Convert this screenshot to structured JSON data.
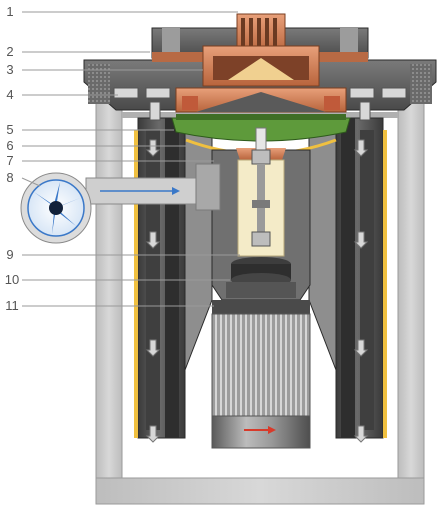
{
  "diagram": {
    "callouts": [
      {
        "label": "1"
      },
      {
        "label": "2"
      },
      {
        "label": "3"
      },
      {
        "label": "4"
      },
      {
        "label": "5"
      },
      {
        "label": "6"
      },
      {
        "label": "7"
      },
      {
        "label": "8"
      },
      {
        "label": "9"
      },
      {
        "label": "10"
      },
      {
        "label": "11"
      }
    ],
    "colors": {
      "steel_dark": "#4d4d4d",
      "steel_mid": "#8a8a8a",
      "steel_light": "#c8c8c8",
      "copper": "#d9825a",
      "rotor_green": "#5e9a3b",
      "shaft_cream": "#f4ebc8",
      "fan_blue": "#3a78c8",
      "motor_arrow": "#d83a2a",
      "flow_blue": "#3a78c8"
    },
    "icons": [
      "fan-impeller-icon",
      "flow-arrow-icon",
      "motor-rotation-arrow-icon",
      "air-flow-arrow-icon"
    ]
  }
}
